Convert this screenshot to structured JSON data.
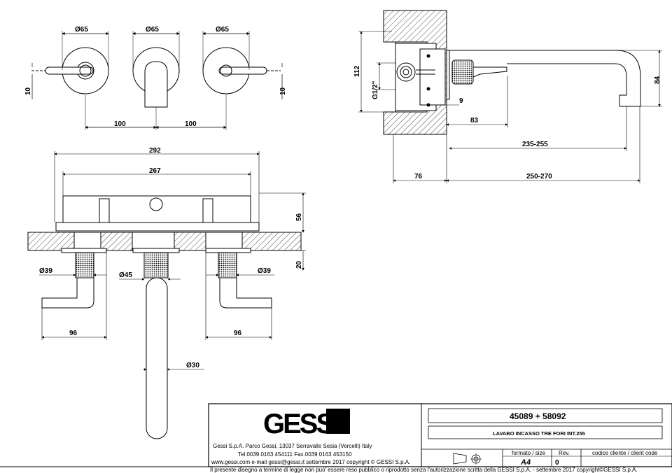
{
  "drawing": {
    "front_view": {
      "dia_left": "Ø65",
      "dia_center": "Ø65",
      "dia_right": "Ø65",
      "spacing_left": "100",
      "spacing_right": "100",
      "lever_thickness_left": "10",
      "lever_thickness_right": "10"
    },
    "side_view": {
      "height_112": "112",
      "thread": "G1/2\"",
      "offset_9": "9",
      "depth_83": "83",
      "spout_235_255": "235-255",
      "wall_76": "76",
      "spout_250_270": "250-270",
      "height_84": "84"
    },
    "top_view": {
      "width_292": "292",
      "width_267": "267",
      "height_56": "56",
      "height_20": "20",
      "dia_39_left": "Ø39",
      "dia_45": "Ø45",
      "dia_39_right": "Ø39",
      "lever_96_left": "96",
      "lever_96_right": "96",
      "dia_30": "Ø30"
    }
  },
  "title_block": {
    "logo": "GESSI",
    "company_line": "Gessi S.p.A. Parco Gessi, 13037 Serravalle Sesia (Vercelli) Italy",
    "phone_line": "Tel.0039 0163 454111 Fax.0039 0163 453150",
    "web_line": "www.gessi.com e-mail gessi@gessi.it settembre 2017 copyright © GESSI S.p.A.",
    "code": "45089 + 58092",
    "description": "LAVABO INCASSO TRE FORI INT.255",
    "format_label": "formato / size",
    "format_value": "A4",
    "rev_label": "Rev.",
    "rev_value": "0",
    "client_code_label": "codice cliente / client code",
    "client_code_value": "",
    "footer": "Il presente disegno a termine di legge non puo' essere reso pubblico o riprodotto senza l'autorizzazione scritta della GESSI S.p.A. - settembre 2017 copyright©GESSI S.p.A."
  }
}
